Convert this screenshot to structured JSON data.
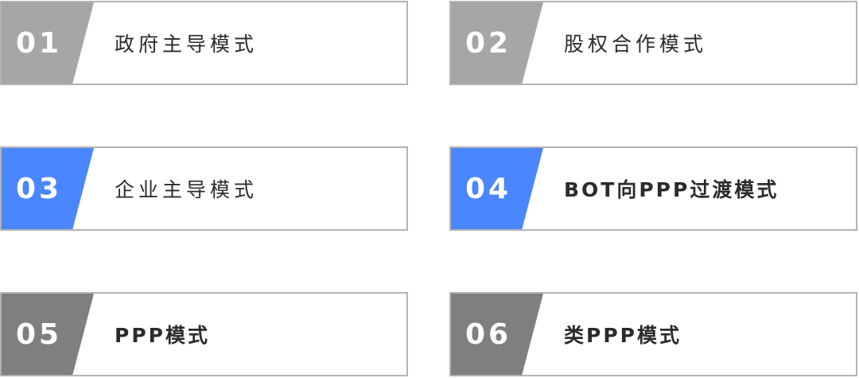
{
  "items": [
    {
      "number": "01",
      "label": "政府主导模式",
      "badge_color": "#a6a6a6"
    },
    {
      "number": "02",
      "label": "股权合作模式",
      "badge_color": "#a6a6a6"
    },
    {
      "number": "03",
      "label": "企业主导模式",
      "badge_color": "#4a86ff"
    },
    {
      "number": "04",
      "label": "BOT向PPP过渡模式",
      "badge_color": "#4a86ff"
    },
    {
      "number": "05",
      "label": "PPP模式",
      "badge_color": "#7f7f7f"
    },
    {
      "number": "06",
      "label": "类PPP模式",
      "badge_color": "#7f7f7f"
    }
  ],
  "colors": {
    "card_border": "#b3b3b3",
    "label_text": "#2b2b2b",
    "number_text": "#ffffff"
  }
}
